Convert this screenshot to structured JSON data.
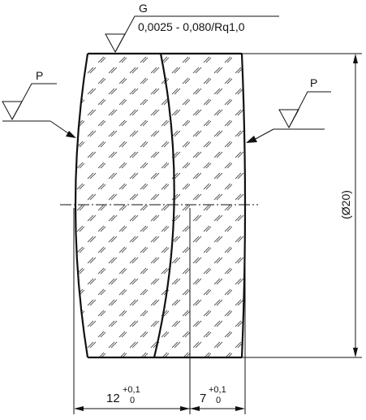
{
  "surface_marks": {
    "top": {
      "letter": "G",
      "spec": "0,0025 - 0,080/Rq1,0"
    },
    "left": {
      "letter": "P"
    },
    "right": {
      "letter": "P"
    }
  },
  "dimensions": {
    "diameter": "(Ø20)",
    "thickness_1": {
      "nominal": "12",
      "upper": "+0,1",
      "lower": "0"
    },
    "thickness_2": {
      "nominal": "7",
      "upper": "+0,1",
      "lower": "0"
    }
  },
  "colors": {
    "line": "#111111",
    "hatch": "#555555",
    "background": "#ffffff"
  }
}
